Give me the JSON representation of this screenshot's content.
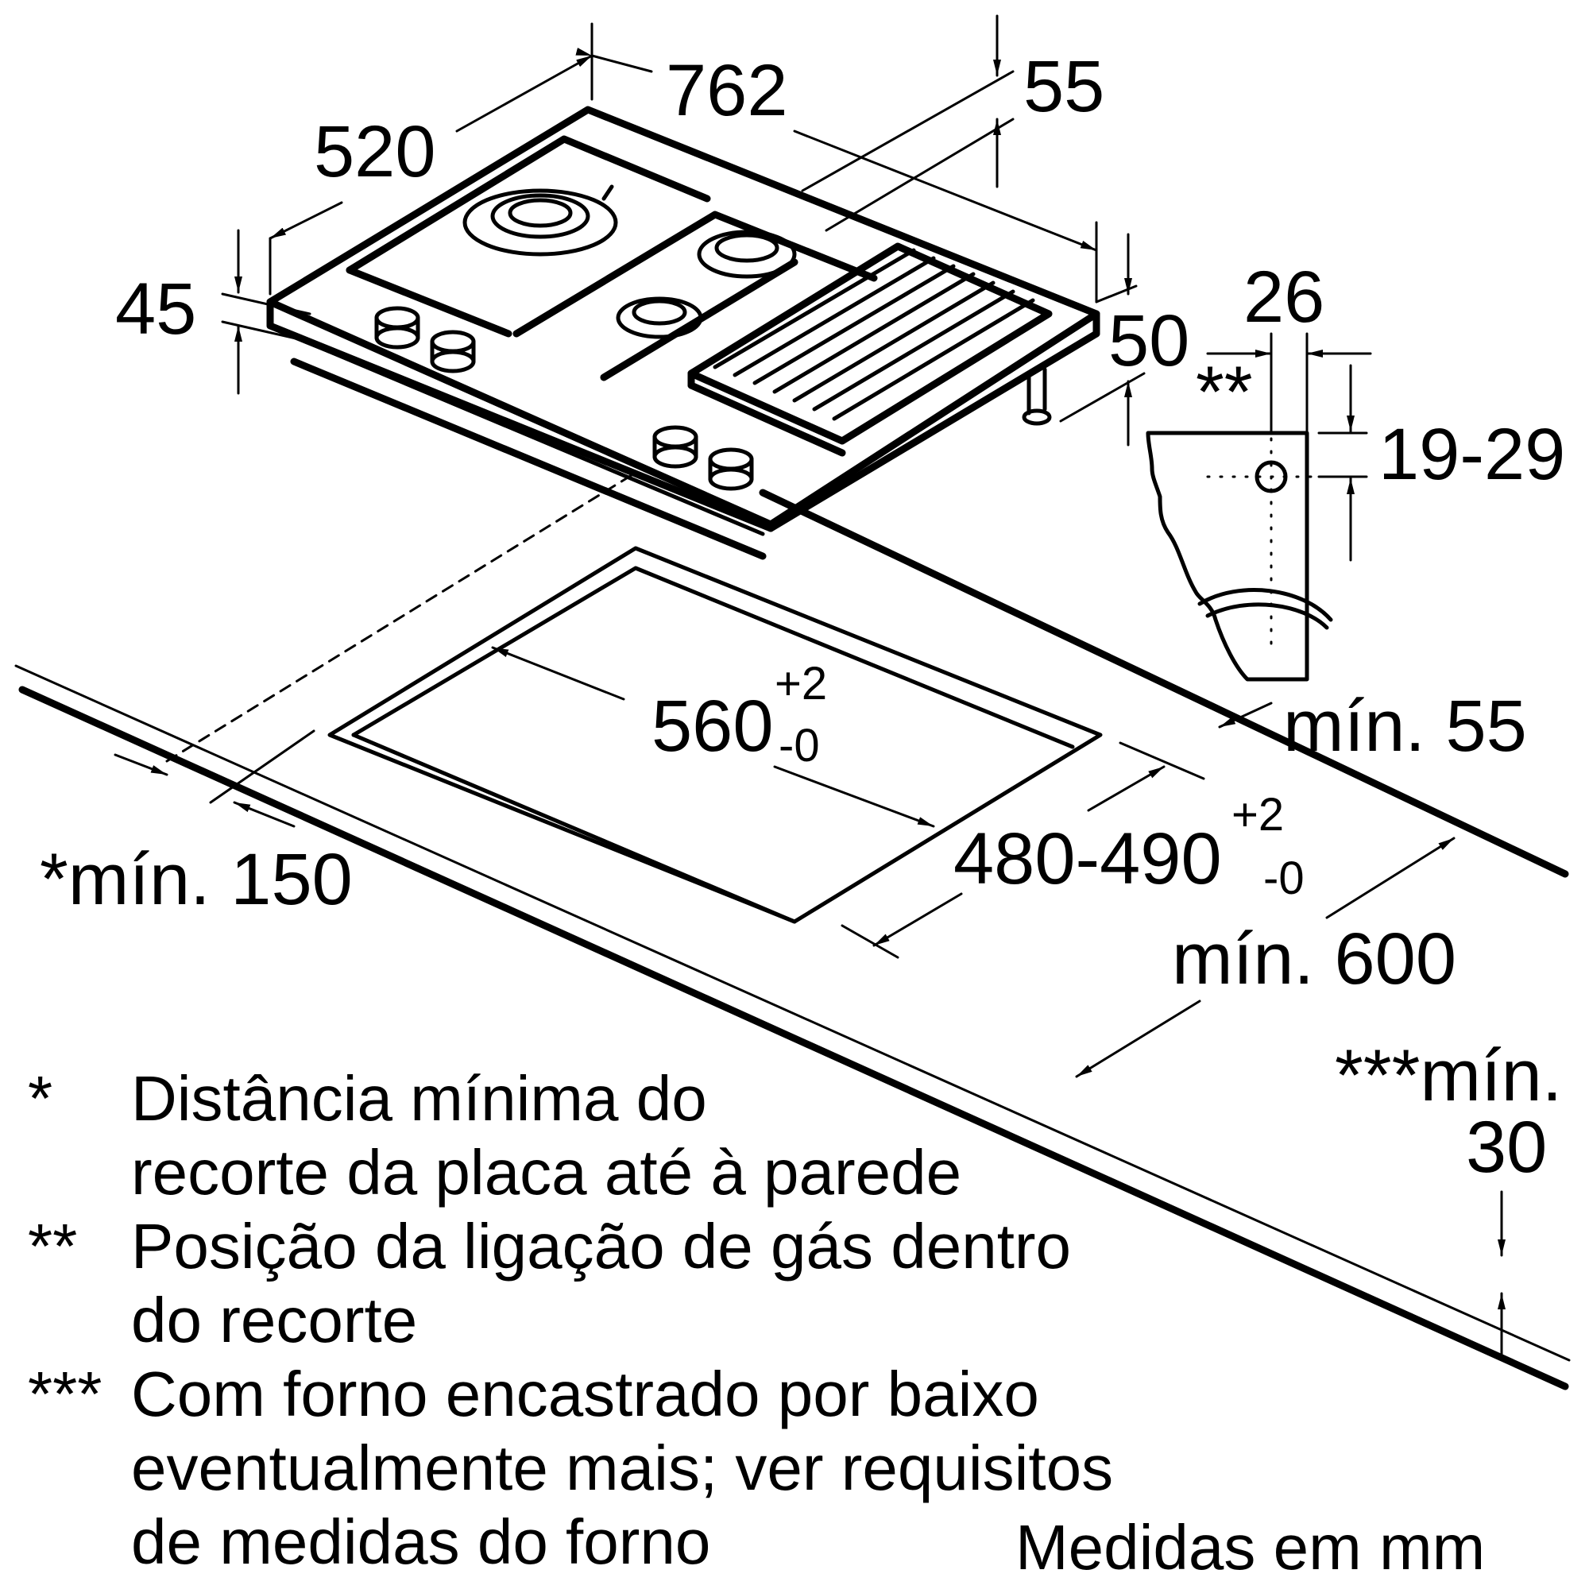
{
  "dimensions": {
    "width_762": "762",
    "depth_520": "520",
    "height_45": "45",
    "rear_55": "55",
    "front_50": "50",
    "gas_26": "26",
    "gas_marker": "**",
    "gas_19_29": "19-29",
    "min_55": "mín. 55",
    "cutout_width": "560",
    "cutout_width_tol_plus": "+2",
    "cutout_width_tol_minus": "-0",
    "cutout_depth": "480-490",
    "cutout_depth_tol_plus": "+2",
    "cutout_depth_tol_minus": "-0",
    "min_150": "*mín. 150",
    "min_600": "mín. 600",
    "min_30_line1": "***mín.",
    "min_30_line2": "30"
  },
  "notes": [
    {
      "marker": "*",
      "line1": "Distância mínima do",
      "line2": "recorte da placa até à parede"
    },
    {
      "marker": "**",
      "line1": "Posição da ligação de gás dentro",
      "line2": "do recorte"
    },
    {
      "marker": "***",
      "line1": "Com forno encastrado por baixo",
      "line2": "eventualmente mais; ver requisitos",
      "line3": "de medidas do forno"
    }
  ],
  "units_label": "Medidas em mm"
}
